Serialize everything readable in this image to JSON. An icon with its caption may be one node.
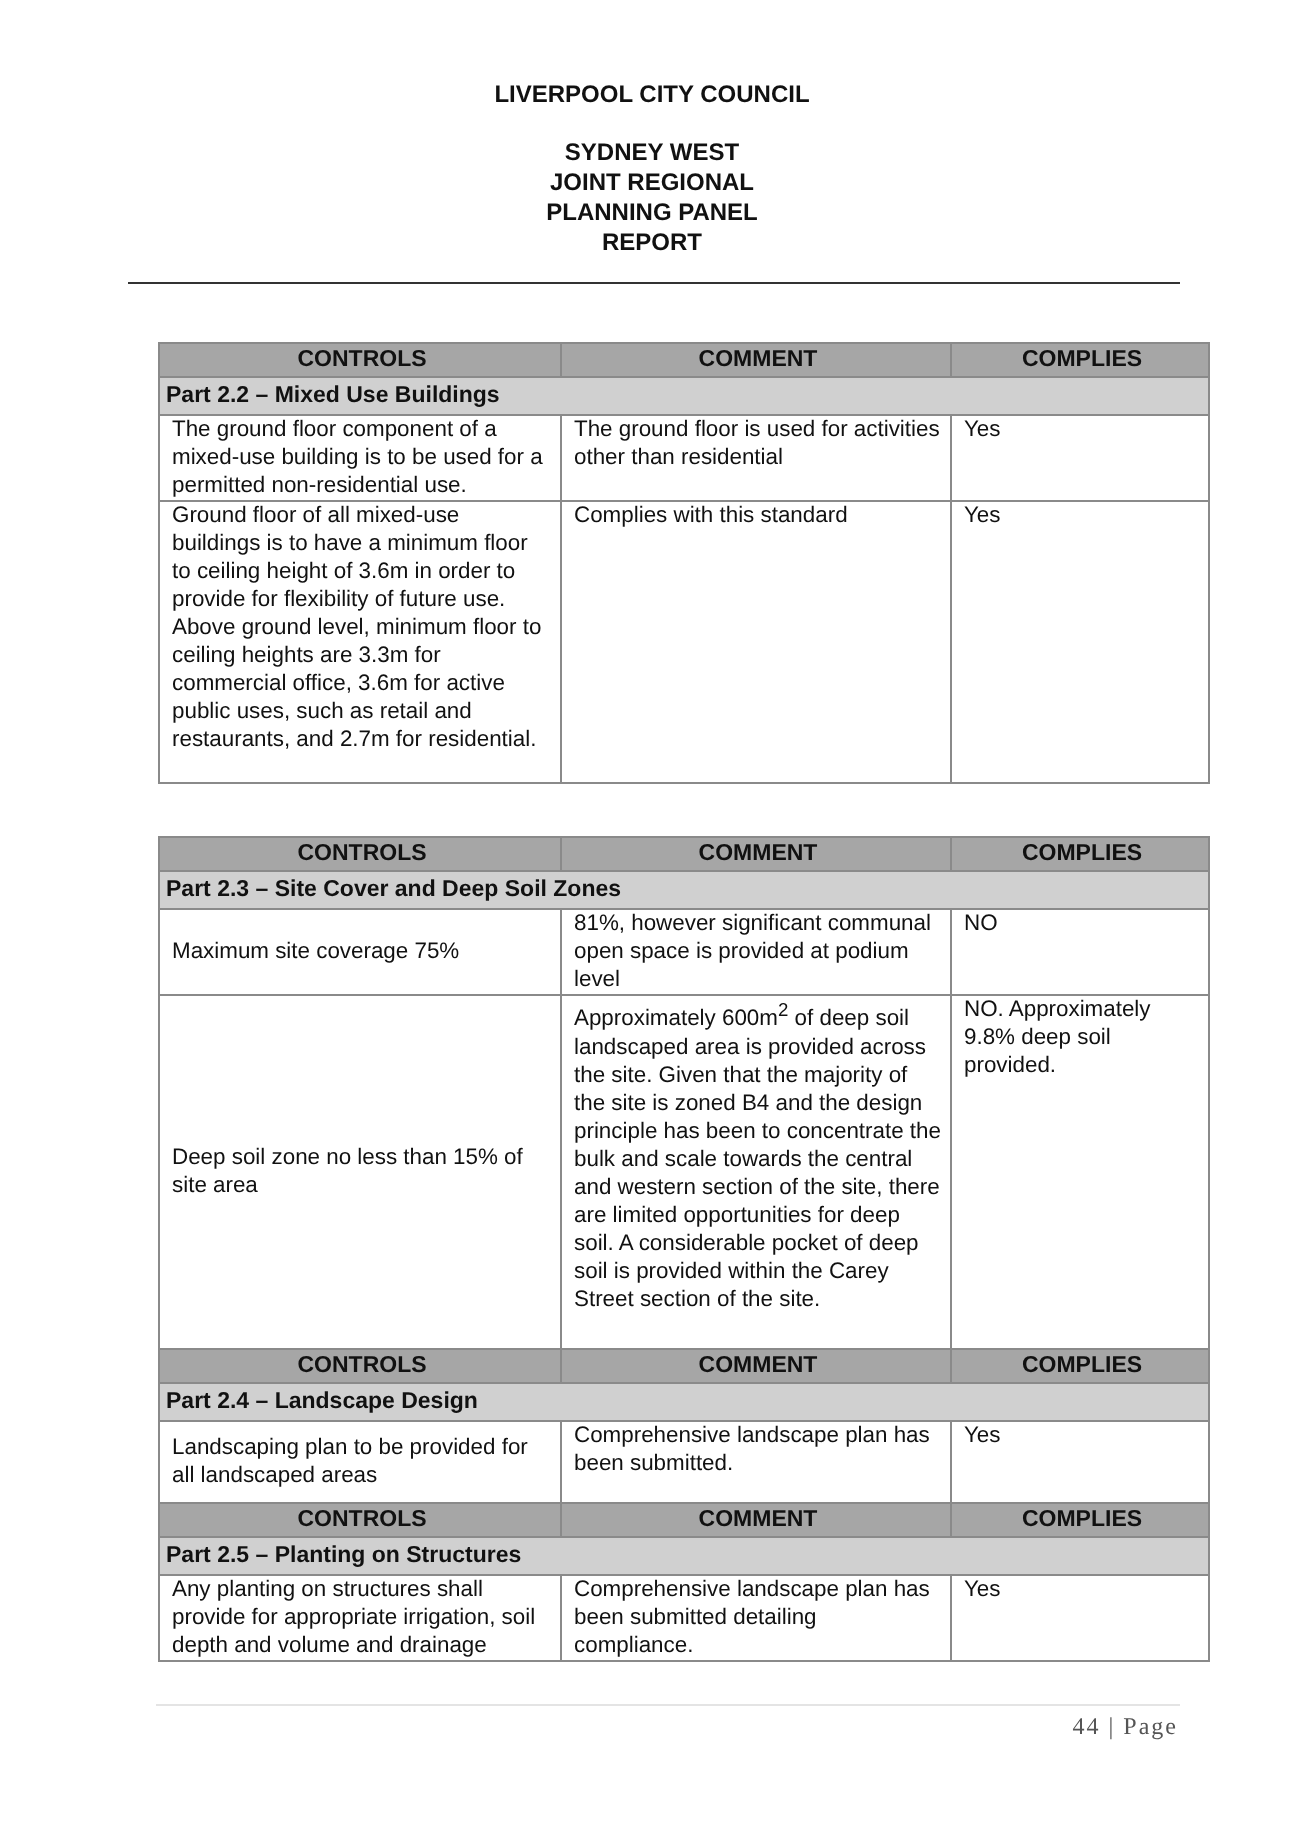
{
  "diagram": {
    "title": "LIVERPOOL CITY COUNCIL",
    "labels": [
      "SYDNEY WEST JOINT REGIONAL PLANNING PANEL REPORT",
      "CONTROLS",
      "COMMENT",
      "COMPLIES",
      "Part 2.2 – Mixed Use Buildings",
      "The ground floor component of a mixed-use building is to be used for a permitted non-residential use.",
      "The ground floor is used for activities other than residential",
      "Yes",
      "Ground floor of all mixed-use buildings is to have a minimum floor to ceiling height of 3.6m in order to provide for flexibility of future use. Above ground level, minimum floor to ceiling heights are 3.3m for commercial office, 3.6m for active public uses, such as retail and restaurants, and 2.7m for residential.",
      "Complies with this standard",
      "Yes",
      "CONTROLS",
      "COMMENT",
      "COMPLIES",
      "Part 2.3 – Site Cover and Deep Soil Zones",
      "Maximum site coverage 75%",
      "81%, however significant communal open space is provided at podium level",
      "NO",
      "Deep soil zone no less than 15% of site area",
      "Approximately 600m$^{2}$ of deep soil landscaped area is provided across the site. Given that the majority of the site is zoned B4 and the design principle has been to concentrate the bulk and scale towards the central and western section of the site, there are limited opportunities for deep soil. A considerable pocket of deep soil is provided within the Carey Street section of the site.",
      "NO. Approximately 9.8% deep soil provided.",
      "CONTROLS",
      "COMMENT",
      "COMPLIES",
      "Part 2.4 – Landscape Design",
      "Landscaping plan to be provided for all landscaped areas",
      "Comprehensive landscape plan has been submitted.",
      "Yes",
      "CONTROLS",
      "COMMENT",
      "COMPLIES",
      "Part 2.5 – Planting on Structures",
      "Any planting on structures shall provide for appropriate irrigation, soil depth and volume and drainage",
      "Comprehensive landscape plan has been submitted detailing compliance.",
      "Yes",
      "44 | Page"
    ]
  }
}
